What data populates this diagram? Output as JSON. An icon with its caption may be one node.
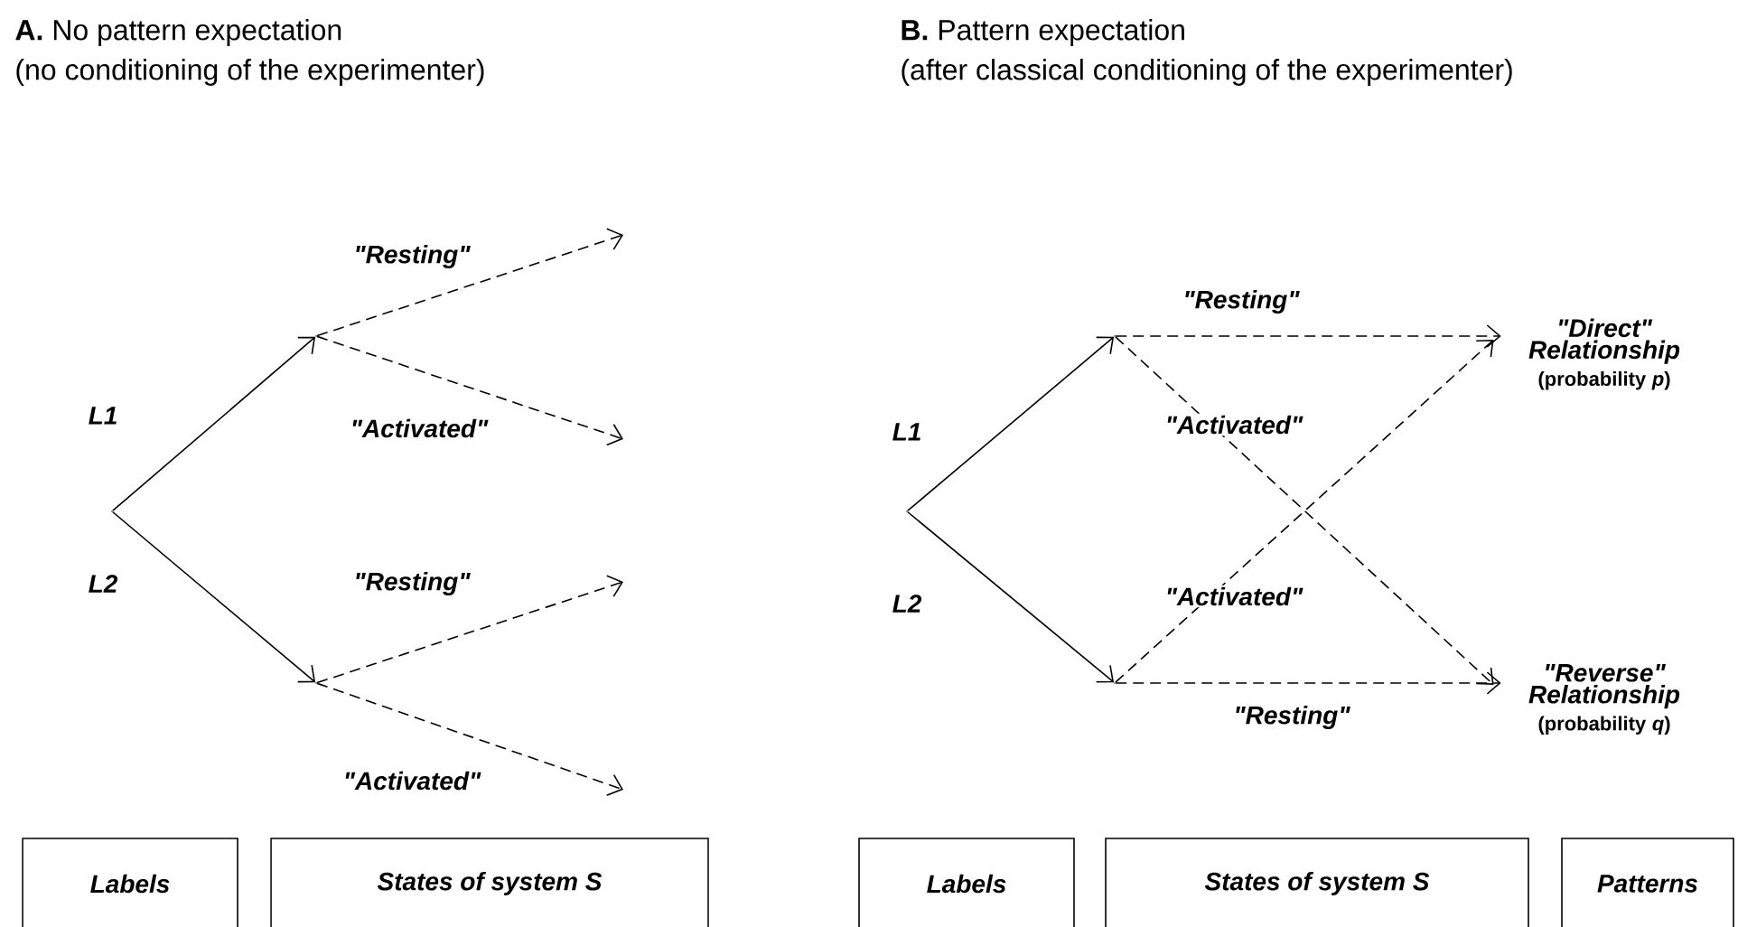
{
  "diagram": {
    "nodes": [
      {
        "text": [],
        "shape": "point"
      },
      {
        "text": [],
        "shape": "point"
      },
      {
        "text": [],
        "shape": "point"
      },
      {
        "text": [],
        "shape": "point"
      },
      {
        "text": [],
        "shape": "point"
      },
      {
        "text": [],
        "shape": "point"
      },
      {
        "text": [
          "\"Direct\" Relationship",
          "(probability *p*)"
        ]
      },
      {
        "text": [
          "\"Reverse\" Relationship",
          "(probability *q*)"
        ]
      },
      {
        "text": [
          "Labels"
        ]
      },
      {
        "text": [
          "States of system S"
        ]
      },
      {
        "text": [
          "Labels"
        ]
      },
      {
        "text": [
          "States of system S"
        ]
      },
      {
        "text": [
          "Patterns"
        ]
      }
    ],
    "edges": [
      {
        "from": 0,
        "to": 1,
        "arrow": "to",
        "label": "L1"
      },
      {
        "from": 0,
        "to": 2,
        "arrow": "to",
        "label": "L2"
      },
      {
        "from": 1,
        "to": null,
        "arrow": "to",
        "label": "\"Resting\"",
        "style": "dashed"
      },
      {
        "from": 1,
        "to": null,
        "arrow": "to",
        "label": "\"Activated\"",
        "style": "dashed"
      },
      {
        "from": 2,
        "to": null,
        "arrow": "to",
        "label": "\"Resting\"",
        "style": "dashed"
      },
      {
        "from": 2,
        "to": null,
        "arrow": "to",
        "label": "\"Activated\"",
        "style": "dashed"
      },
      {
        "from": 3,
        "to": 4,
        "arrow": "to",
        "label": "L1"
      },
      {
        "from": 3,
        "to": 5,
        "arrow": "to",
        "label": "L2"
      },
      {
        "from": 4,
        "to": 6,
        "arrow": "to",
        "label": "\"Resting\"",
        "style": "dashed"
      },
      {
        "from": 4,
        "to": 7,
        "arrow": "to",
        "label": "\"Activated\"",
        "style": "dashed"
      },
      {
        "from": 5,
        "to": 6,
        "arrow": "to",
        "label": "\"Activated\"",
        "style": "dashed"
      },
      {
        "from": 5,
        "to": 7,
        "arrow": "to",
        "label": "\"Resting\"",
        "style": "dashed"
      }
    ],
    "labels": [
      "**A.** No pattern expectation",
      "(no conditioning of the experimenter)",
      "**B.** Pattern expectation",
      "(after classical conditioning of the experimenter)"
    ]
  }
}
